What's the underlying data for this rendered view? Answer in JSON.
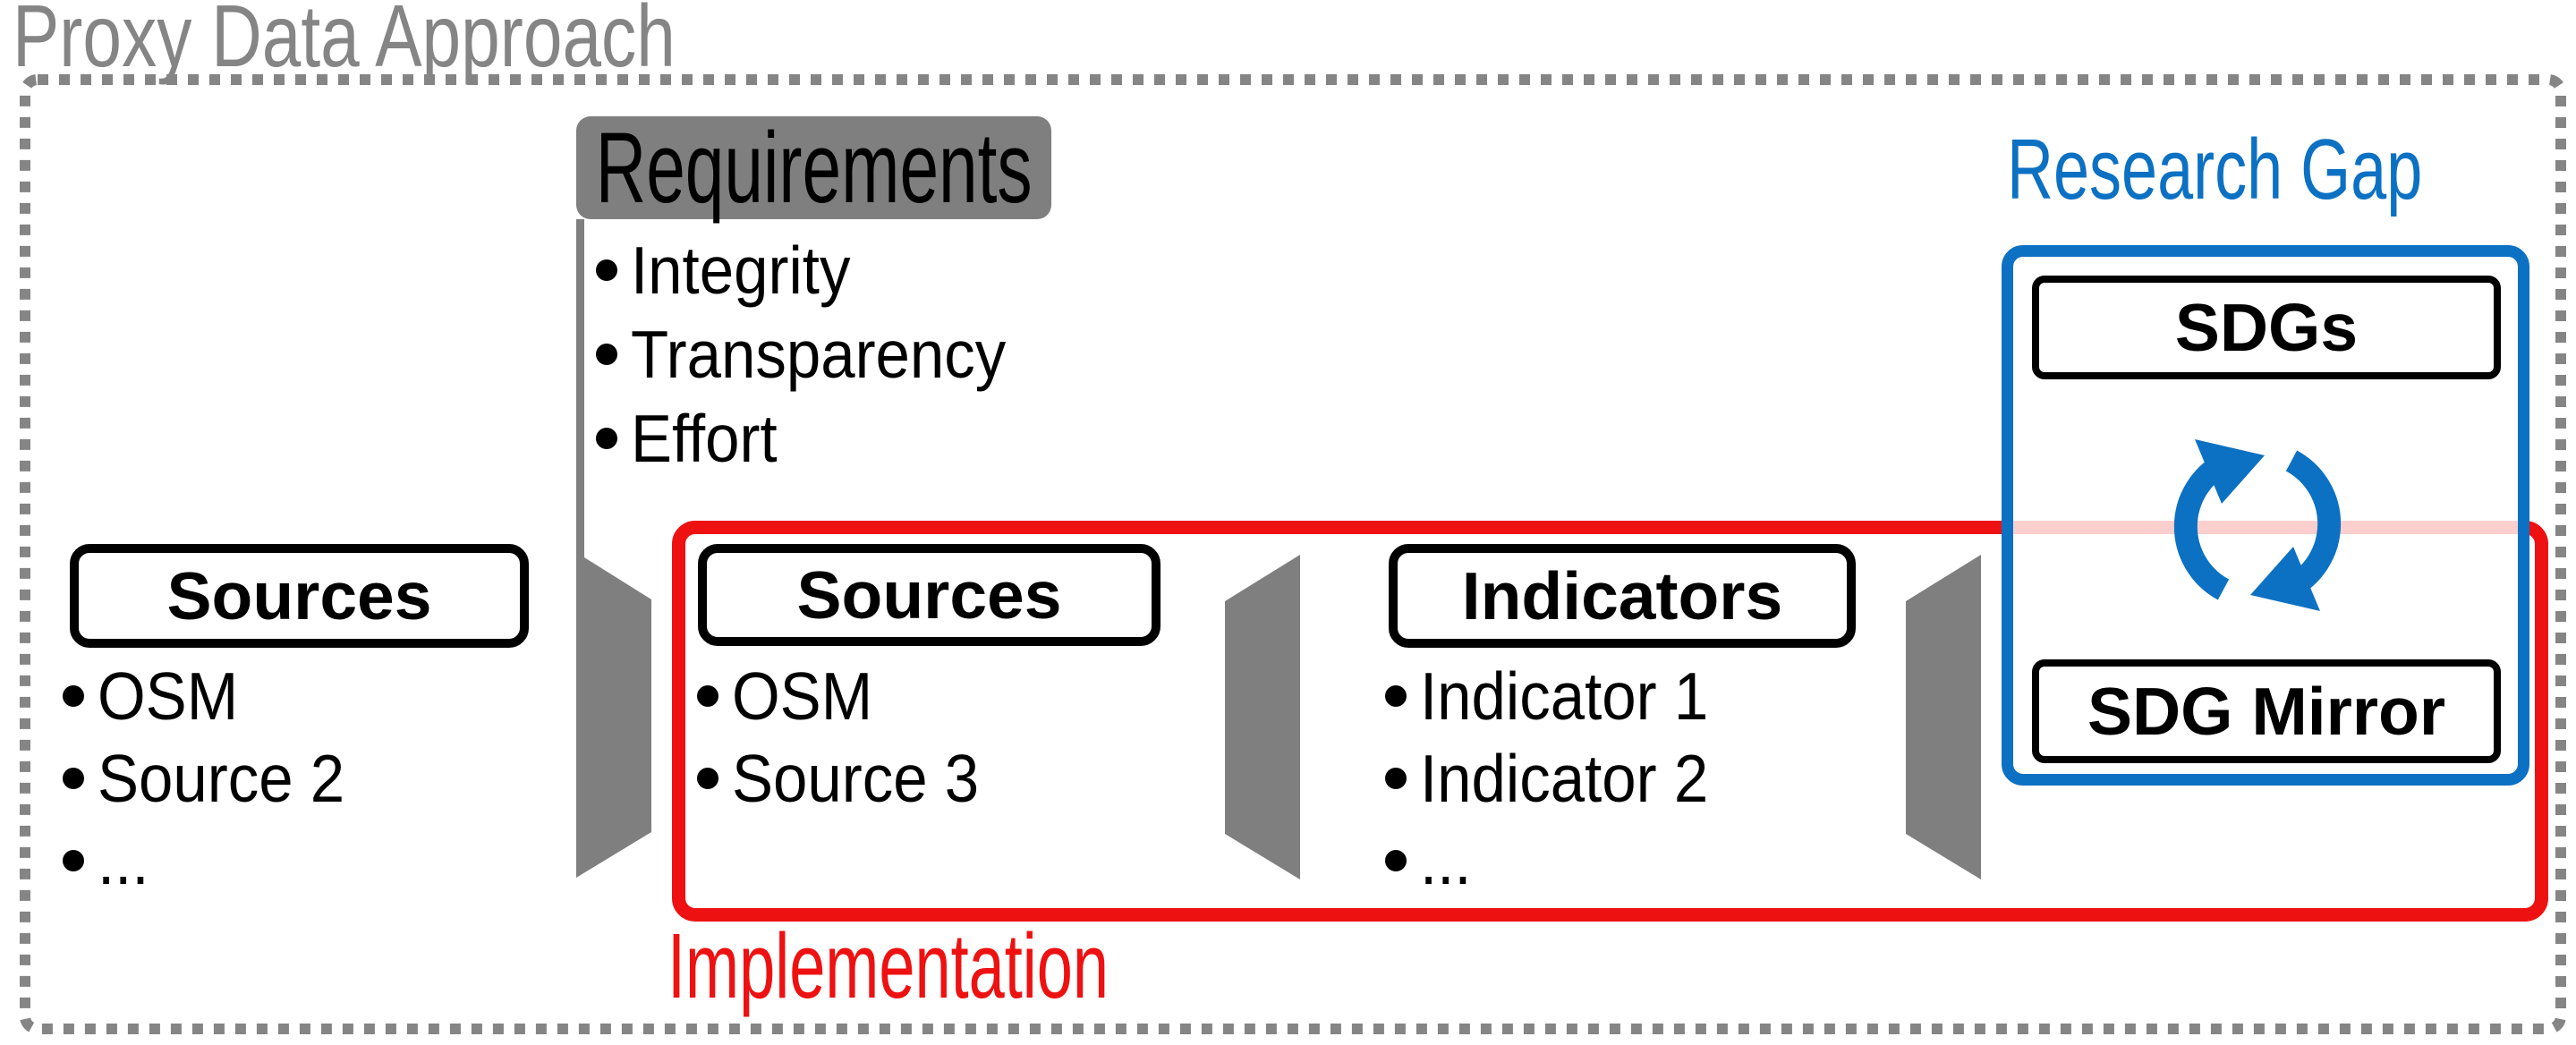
{
  "title": "Proxy Data Approach",
  "requirements": {
    "header": "Requirements",
    "items": [
      "Integrity",
      "Transparency",
      "Effort"
    ]
  },
  "sources_initial": {
    "title": "Sources",
    "items": [
      "OSM",
      "Source 2",
      "..."
    ]
  },
  "implementation": {
    "label": "Implementation",
    "sources": {
      "title": "Sources",
      "items": [
        "OSM",
        "Source 3"
      ]
    },
    "indicators": {
      "title": "Indicators",
      "items": [
        "Indicator 1",
        "Indicator 2",
        "..."
      ]
    }
  },
  "research_gap": {
    "label": "Research Gap",
    "sdgs_label": "SDGs",
    "sdg_mirror_label": "SDG Mirror",
    "icon": "sync-arrows-icon"
  },
  "flow_icons": [
    "flow-chevron-1",
    "flow-chevron-2",
    "flow-chevron-3"
  ],
  "colors": {
    "shape_gray": "#7f7f7f",
    "frame_gray": "#858585",
    "accent_red": "#ee1111",
    "accent_blue": "#0c71c3",
    "faded_red_overlap": "#f1cfcf",
    "text_black": "#000000",
    "bg": "#ffffff"
  }
}
